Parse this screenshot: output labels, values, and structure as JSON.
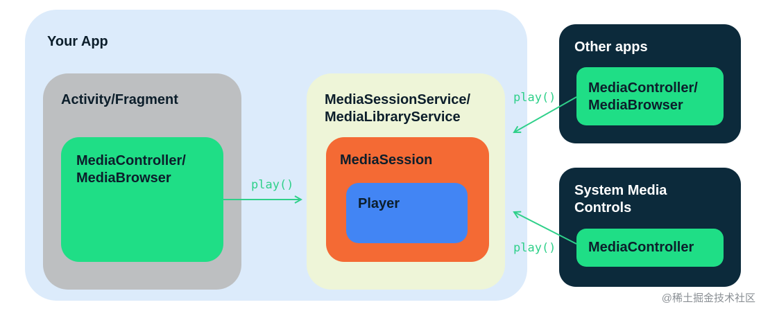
{
  "your_app": {
    "title": "Your App"
  },
  "activity": {
    "title": "Activity/Fragment",
    "controller": "MediaController/\nMediaBrowser"
  },
  "service": {
    "title": "MediaSessionService/\nMediaLibraryService",
    "session": "MediaSession",
    "player": "Player"
  },
  "other_apps": {
    "title": "Other apps",
    "controller": "MediaController/\nMediaBrowser"
  },
  "system_media": {
    "title": "System Media\nControls",
    "controller": "MediaController"
  },
  "calls": {
    "activity_to_service": "play()",
    "other_to_service": "play()",
    "system_to_service": "play()"
  },
  "watermark": "@稀土掘金技术社区",
  "colors": {
    "app_bg": "#dcebfb",
    "activity_bg": "#bdbfc1",
    "controller_green": "#1fde86",
    "service_bg": "#eef5d8",
    "session_orange": "#f46a34",
    "player_blue": "#4285f4",
    "external_navy": "#0c2a3b",
    "arrow_green": "#2fd08a"
  }
}
